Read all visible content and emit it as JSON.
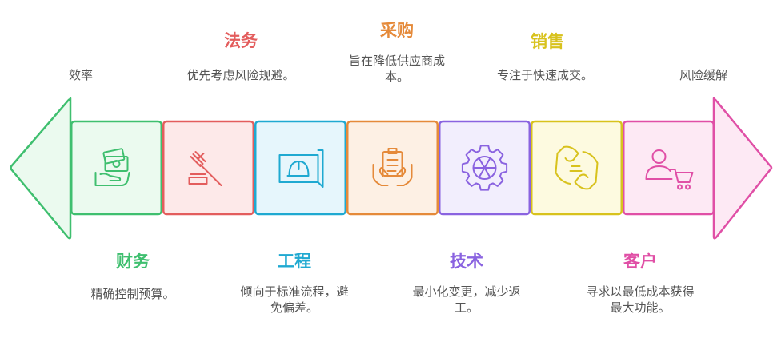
{
  "sections": [
    {
      "id": "finance",
      "title": "财务",
      "desc": "精确控制预算。",
      "color": "#3fbf6f",
      "fill": "#ebfaef",
      "icon": "money-hand-icon"
    },
    {
      "id": "legal",
      "title": "法务",
      "desc": "优先考虑风险规避。",
      "color": "#e35d5d",
      "fill": "#fde9e9",
      "icon": "gavel-icon"
    },
    {
      "id": "engineering",
      "title": "工程",
      "desc_lines": [
        "倾向于标准流程，避",
        "免偏差。"
      ],
      "color": "#1fa9d1",
      "fill": "#e6f6fc",
      "icon": "blueprint-helmet-icon"
    },
    {
      "id": "procurement",
      "title": "采购",
      "desc_lines": [
        "旨在降低供应商成",
        "本。"
      ],
      "color": "#e58a3a",
      "fill": "#fdf0e4",
      "icon": "clipboard-hands-icon"
    },
    {
      "id": "technology",
      "title": "技术",
      "desc_lines": [
        "最小化变更，减少返",
        "工。"
      ],
      "color": "#8a63e0",
      "fill": "#f2eefd",
      "icon": "gear-icon"
    },
    {
      "id": "sales",
      "title": "销售",
      "desc": "专注于快速成交。",
      "color": "#d8c21d",
      "fill": "#fdfae0",
      "icon": "handshake-icon"
    },
    {
      "id": "customer",
      "title": "客户",
      "desc_lines": [
        "寻求以最低成本获得",
        "最大功能。"
      ],
      "color": "#e04fa6",
      "fill": "#fde9f4",
      "icon": "user-cart-icon"
    }
  ],
  "left_end": {
    "label": "效率",
    "color": "#3fbf6f",
    "fill": "#ebfaef"
  },
  "right_end": {
    "label": "风险缓解",
    "color": "#e04fa6",
    "fill": "#fde9f4"
  }
}
